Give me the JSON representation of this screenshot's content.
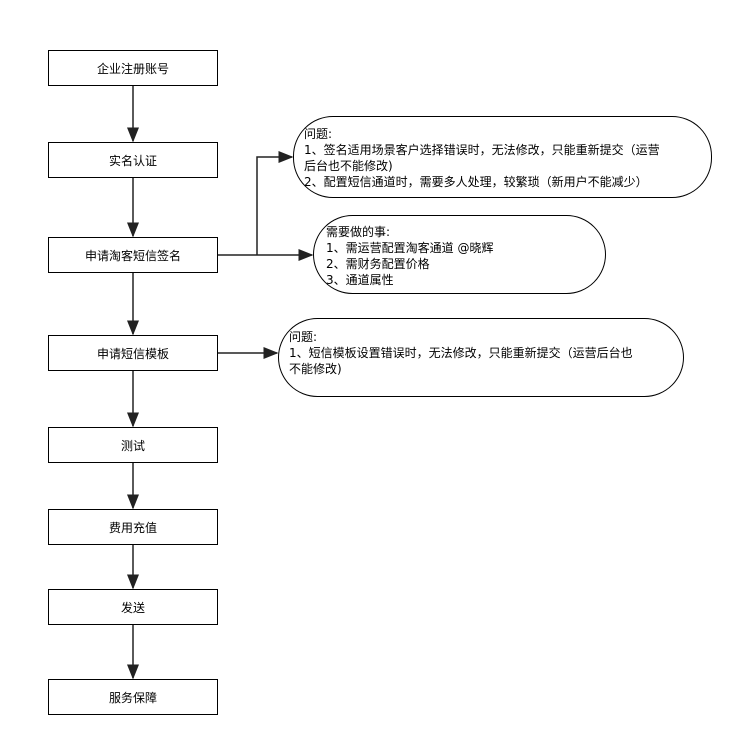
{
  "steps": [
    "企业注册账号",
    "实名认证",
    "申请淘客短信签名",
    "申请短信模板",
    "测试",
    "费用充值",
    "发送",
    "服务保障"
  ],
  "notes": {
    "signature_issues": [
      "问题:",
      "1、签名适用场景客户选择错误时，无法修改，只能重新提交（运营",
      "后台也不能修改)",
      "2、配置短信通道时，需要多人处理，较繁琐（新用户不能减少）"
    ],
    "signature_todo": [
      "需要做的事:",
      "1、需运营配置淘客通道 @晓辉",
      "2、需财务配置价格",
      "3、通道属性"
    ],
    "template_issues": [
      "问题:",
      "1、短信模板设置错误时，无法修改，只能重新提交（运营后台也",
      "不能修改)"
    ]
  }
}
